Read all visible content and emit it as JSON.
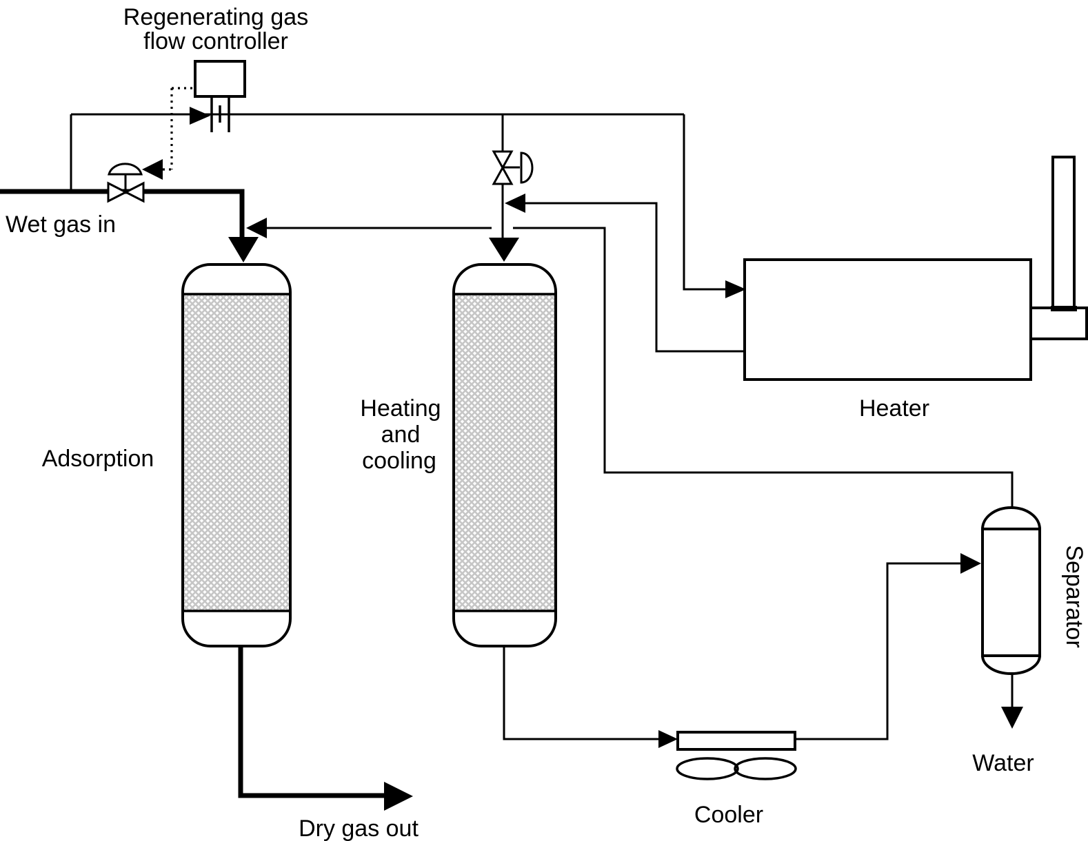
{
  "diagram": {
    "type": "process-flow-diagram",
    "labels": {
      "regen_controller_line1": "Regenerating gas",
      "regen_controller_line2": "flow controller",
      "wet_gas_in": "Wet gas in",
      "adsorption": "Adsorption",
      "heating_line1": "Heating",
      "heating_line2": "and",
      "heating_line3": "cooling",
      "heater": "Heater",
      "separator": "Separator",
      "water": "Water",
      "cooler": "Cooler",
      "dry_gas_out": "Dry gas out"
    },
    "colors": {
      "line": "#000000",
      "packing_hatch": "#c6c6c6",
      "background": "#ffffff"
    }
  }
}
